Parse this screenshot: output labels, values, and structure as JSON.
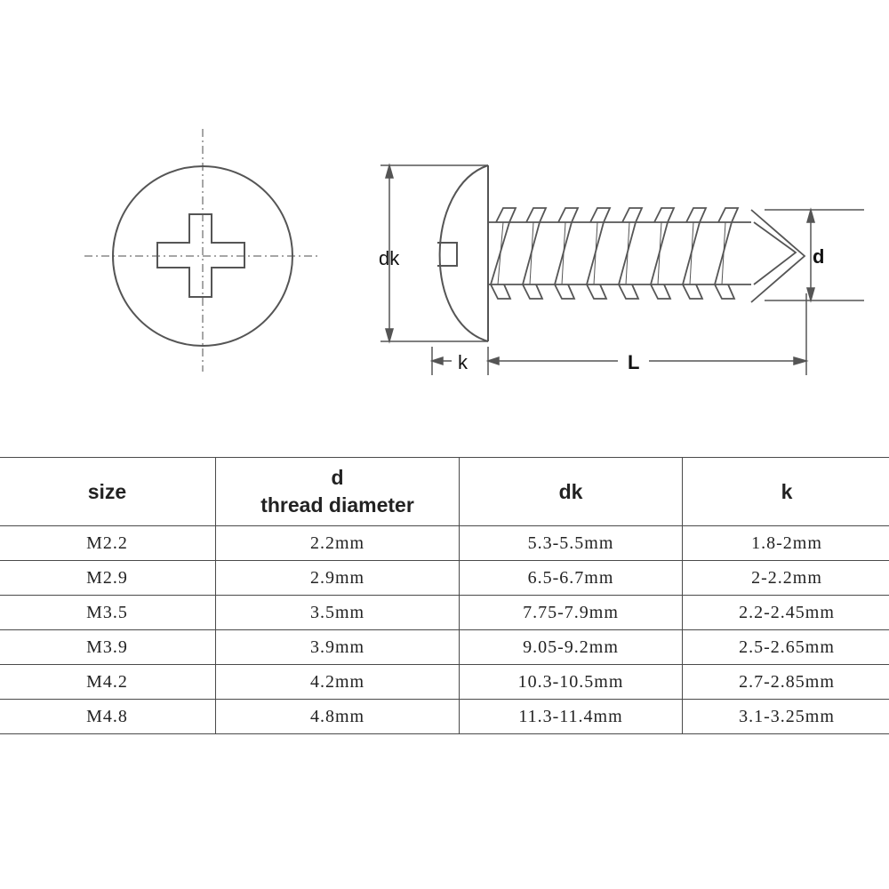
{
  "diagram": {
    "labels": {
      "dk": "dk",
      "d": "d",
      "k": "k",
      "L": "L"
    }
  },
  "table": {
    "headers": {
      "size": "size",
      "d_line1": "d",
      "d_line2": "thread diameter",
      "dk": "dk",
      "k": "k"
    },
    "rows": [
      {
        "size": "M2.2",
        "d": "2.2mm",
        "dk": "5.3-5.5mm",
        "k": "1.8-2mm"
      },
      {
        "size": "M2.9",
        "d": "2.9mm",
        "dk": "6.5-6.7mm",
        "k": "2-2.2mm"
      },
      {
        "size": "M3.5",
        "d": "3.5mm",
        "dk": "7.75-7.9mm",
        "k": "2.2-2.45mm"
      },
      {
        "size": "M3.9",
        "d": "3.9mm",
        "dk": "9.05-9.2mm",
        "k": "2.5-2.65mm"
      },
      {
        "size": "M4.2",
        "d": "4.2mm",
        "dk": "10.3-10.5mm",
        "k": "2.7-2.85mm"
      },
      {
        "size": "M4.8",
        "d": "4.8mm",
        "dk": "11.3-11.4mm",
        "k": "3.1-3.25mm"
      }
    ]
  }
}
